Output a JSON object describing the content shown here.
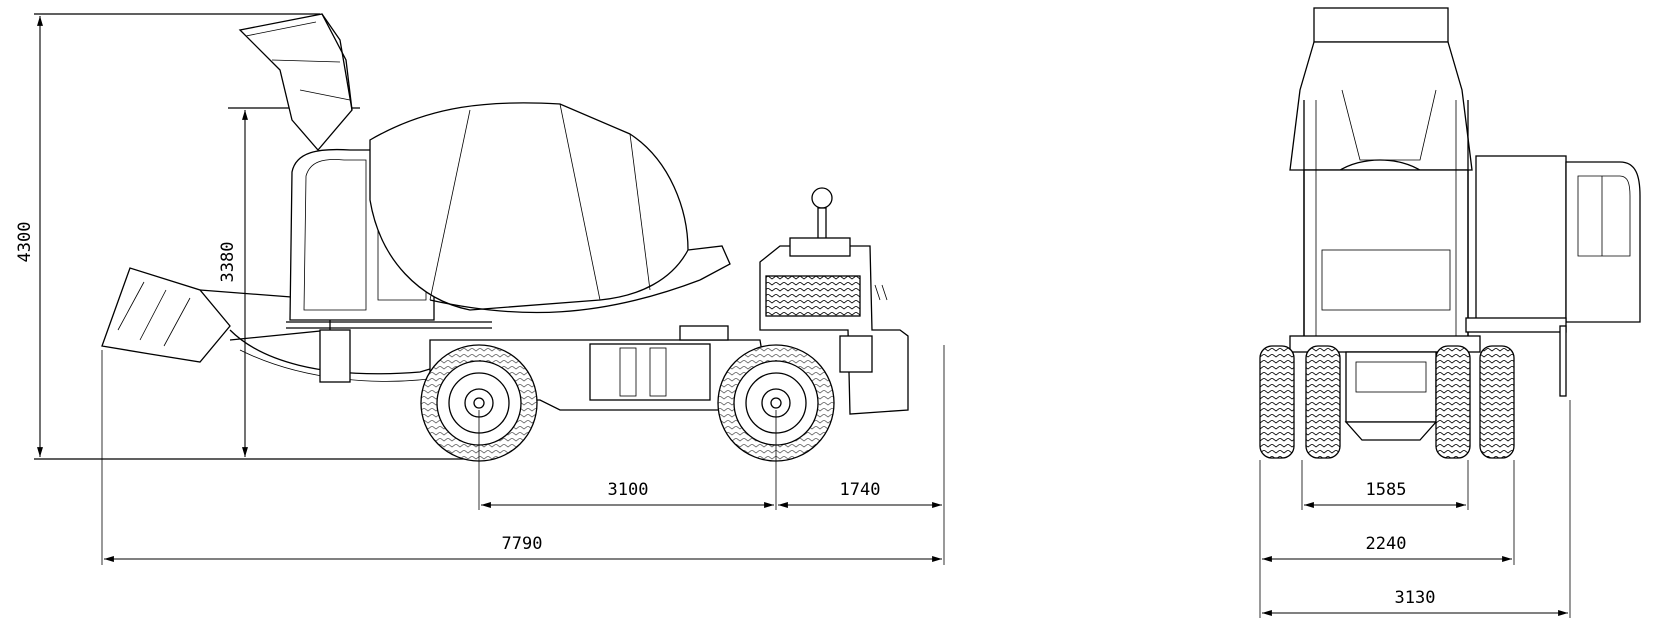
{
  "drawing": {
    "ink_color": "#000000",
    "background_color": "#ffffff",
    "views": [
      "side-view",
      "rear-view"
    ]
  },
  "dimensions": {
    "overall_height": "4300",
    "boom_height": "3380",
    "wheelbase": "3100",
    "rear_overhang": "1740",
    "overall_length": "7790",
    "track_width": "1585",
    "axle_width": "2240",
    "overall_width": "3130"
  }
}
